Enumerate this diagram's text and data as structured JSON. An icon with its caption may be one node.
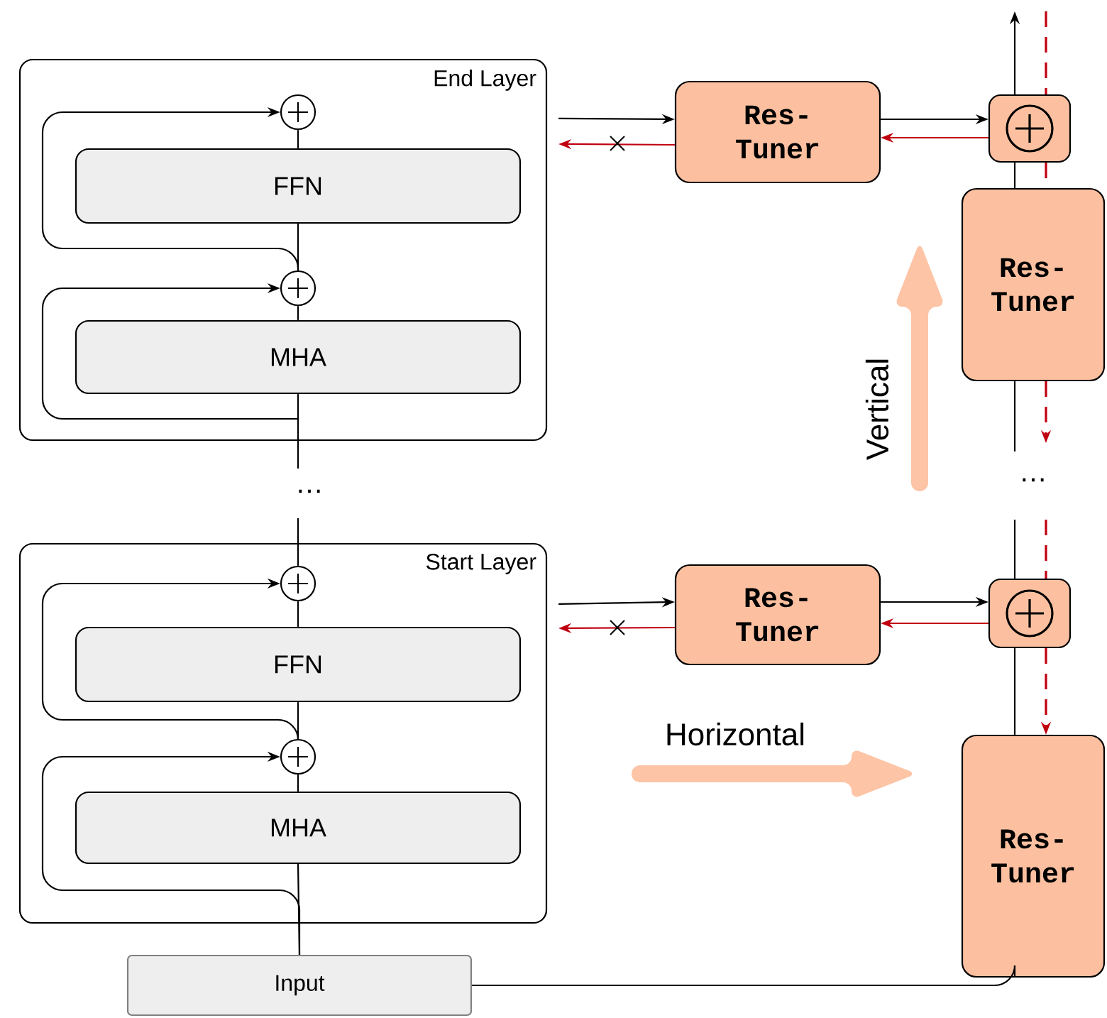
{
  "diagram": {
    "nodes": [
      {
        "text": [
          "End Layer"
        ]
      },
      {
        "text": [],
        "shape": "circle",
        "in": 0
      },
      {
        "text": [
          "FFN"
        ],
        "in": 0
      },
      {
        "text": [],
        "shape": "circle",
        "in": 0
      },
      {
        "text": [
          "MHA"
        ],
        "in": 0
      },
      {
        "text": [
          "Start Layer"
        ]
      },
      {
        "text": [],
        "shape": "circle",
        "in": 5
      },
      {
        "text": [
          "FFN"
        ],
        "in": 5
      },
      {
        "text": [],
        "shape": "circle",
        "in": 5
      },
      {
        "text": [
          "MHA"
        ],
        "in": 5
      },
      {
        "text": [
          "Input"
        ]
      },
      {
        "text": [
          "Res- Tuner"
        ]
      },
      {
        "text": [],
        "shape": "box"
      },
      {
        "text": [
          "Res- Tuner"
        ]
      },
      {
        "text": [
          "Res- Tuner"
        ]
      },
      {
        "text": [],
        "shape": "box"
      },
      {
        "text": [
          "Res- Tuner"
        ]
      }
    ],
    "edges": [
      {
        "from": 4,
        "to": 3,
        "arrow": "none"
      },
      {
        "from": 3,
        "to": 2,
        "arrow": "none"
      },
      {
        "from": 2,
        "to": 1,
        "arrow": "none"
      },
      {
        "from": null,
        "to": 4,
        "arrow": "none"
      },
      {
        "from": 3,
        "to": 1,
        "arrow": "to"
      },
      {
        "from": null,
        "to": 3,
        "arrow": "to"
      },
      {
        "from": 9,
        "to": 8,
        "arrow": "none"
      },
      {
        "from": 8,
        "to": 7,
        "arrow": "none"
      },
      {
        "from": 7,
        "to": 6,
        "arrow": "none"
      },
      {
        "from": 6,
        "to": null,
        "arrow": "none"
      },
      {
        "from": 10,
        "to": 9,
        "arrow": "none"
      },
      {
        "from": 8,
        "to": 6,
        "arrow": "to"
      },
      {
        "from": 10,
        "to": 8,
        "arrow": "to"
      },
      {
        "from": 0,
        "to": 11,
        "arrow": "to"
      },
      {
        "from": 11,
        "to": 0,
        "arrow": "to",
        "color": "#c00010"
      },
      {
        "from": 11,
        "to": 12,
        "arrow": "to"
      },
      {
        "from": 12,
        "to": 11,
        "arrow": "to",
        "color": "#c00010"
      },
      {
        "from": 12,
        "to": null,
        "arrow": "to"
      },
      {
        "from": null,
        "to": 12,
        "arrow": "none",
        "style": "dashed",
        "color": "#c00010"
      },
      {
        "from": 12,
        "to": 13,
        "arrow": "none"
      },
      {
        "from": 12,
        "to": 13,
        "arrow": "none",
        "style": "dashed",
        "color": "#c00010"
      },
      {
        "from": 13,
        "to": null,
        "arrow": "none"
      },
      {
        "from": 13,
        "to": null,
        "arrow": "to",
        "style": "dashed",
        "color": "#c00010"
      },
      {
        "from": 5,
        "to": 14,
        "arrow": "to"
      },
      {
        "from": 14,
        "to": 5,
        "arrow": "to",
        "color": "#c00010"
      },
      {
        "from": 14,
        "to": 15,
        "arrow": "to"
      },
      {
        "from": 15,
        "to": 14,
        "arrow": "to",
        "color": "#c00010"
      },
      {
        "from": null,
        "to": 15,
        "arrow": "none"
      },
      {
        "from": null,
        "to": 15,
        "arrow": "none",
        "style": "dashed",
        "color": "#c00010"
      },
      {
        "from": 15,
        "to": 16,
        "arrow": "none"
      },
      {
        "from": 15,
        "to": 16,
        "arrow": "to",
        "style": "dashed",
        "color": "#c00010"
      },
      {
        "from": 10,
        "to": 16,
        "arrow": "none"
      }
    ],
    "labels": [
      "Vertical",
      "…",
      "…",
      "Horizontal"
    ]
  }
}
